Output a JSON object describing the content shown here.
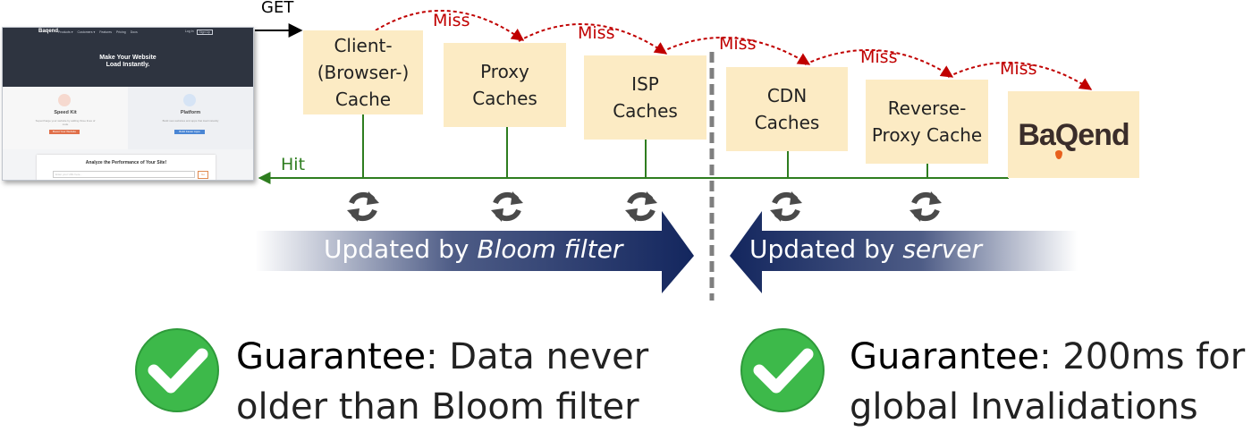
{
  "request_label": "GET",
  "hit_label": "Hit",
  "miss_label": "Miss",
  "website": {
    "logo": "Baqend",
    "menu": [
      "Products ▾",
      "Customers ▾",
      "Features",
      "Pricing",
      "Docs"
    ],
    "login": "Log In",
    "signup": "Sign Up",
    "hero_line1": "Make Your Website",
    "hero_line2": "Load Instantly.",
    "cards": [
      {
        "title": "Speed Kit",
        "desc": "Supercharge your website by adding three lines of code",
        "button": "Boost Your Website"
      },
      {
        "title": "Platform",
        "desc": "Build new websites and apps that load instantly",
        "button": "Build Faster Apps"
      }
    ],
    "analyze_title": "Analyze the Performance of Your Site!",
    "analyze_placeholder": "Enter your URL here...",
    "analyze_button": "Go"
  },
  "caches": [
    {
      "line1": "Client-",
      "line2": "(Browser-)",
      "line3": "Cache"
    },
    {
      "line1": "Proxy",
      "line2": "Caches"
    },
    {
      "line1": "ISP",
      "line2": "Caches"
    },
    {
      "line1": "CDN",
      "line2": "Caches"
    },
    {
      "line1": "Reverse-",
      "line2": "Proxy Cache"
    }
  ],
  "origin_logo": "BaQend",
  "bands": {
    "left_prefix": "Updated by ",
    "left_emphasis": "Bloom filter",
    "right_prefix": "Updated by ",
    "right_emphasis": "server"
  },
  "guarantees": [
    {
      "bold": "Guarantee",
      "line1_rest": ": Data never",
      "line2": "older than Bloom filter"
    },
    {
      "bold": "Guarantee",
      "line1_rest": ": 200ms for",
      "line2": "global Invalidations"
    }
  ],
  "colors": {
    "cache_fill": "#fcebc4",
    "miss_red": "#c00000",
    "hit_green": "#2e7d1f",
    "band_navy": "#13265e",
    "check_green": "#3db94a"
  },
  "icons": [
    "refresh-icon",
    "checkmark-icon",
    "rocket-icon"
  ]
}
